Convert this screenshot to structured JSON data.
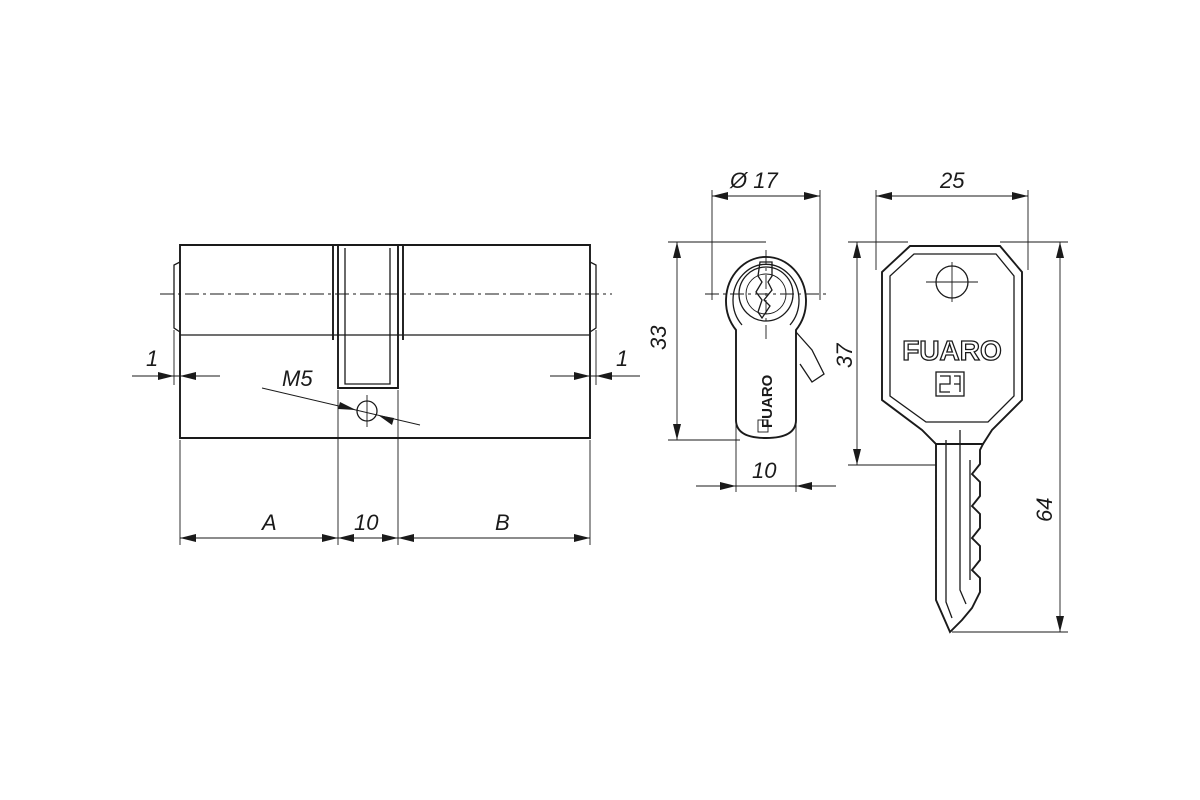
{
  "cylinder": {
    "dim_left_offset": "1",
    "dim_right_offset": "1",
    "dim_screw": "M5",
    "dim_a": "A",
    "dim_mid": "10",
    "dim_b": "B"
  },
  "profile": {
    "dim_diameter": "Ø 17",
    "dim_height": "33",
    "dim_width": "10",
    "brand": "FUARO"
  },
  "key": {
    "dim_width": "25",
    "dim_head_height": "37",
    "dim_total_height": "64",
    "brand": "FUARO",
    "logo": "brand-logo-icon"
  }
}
